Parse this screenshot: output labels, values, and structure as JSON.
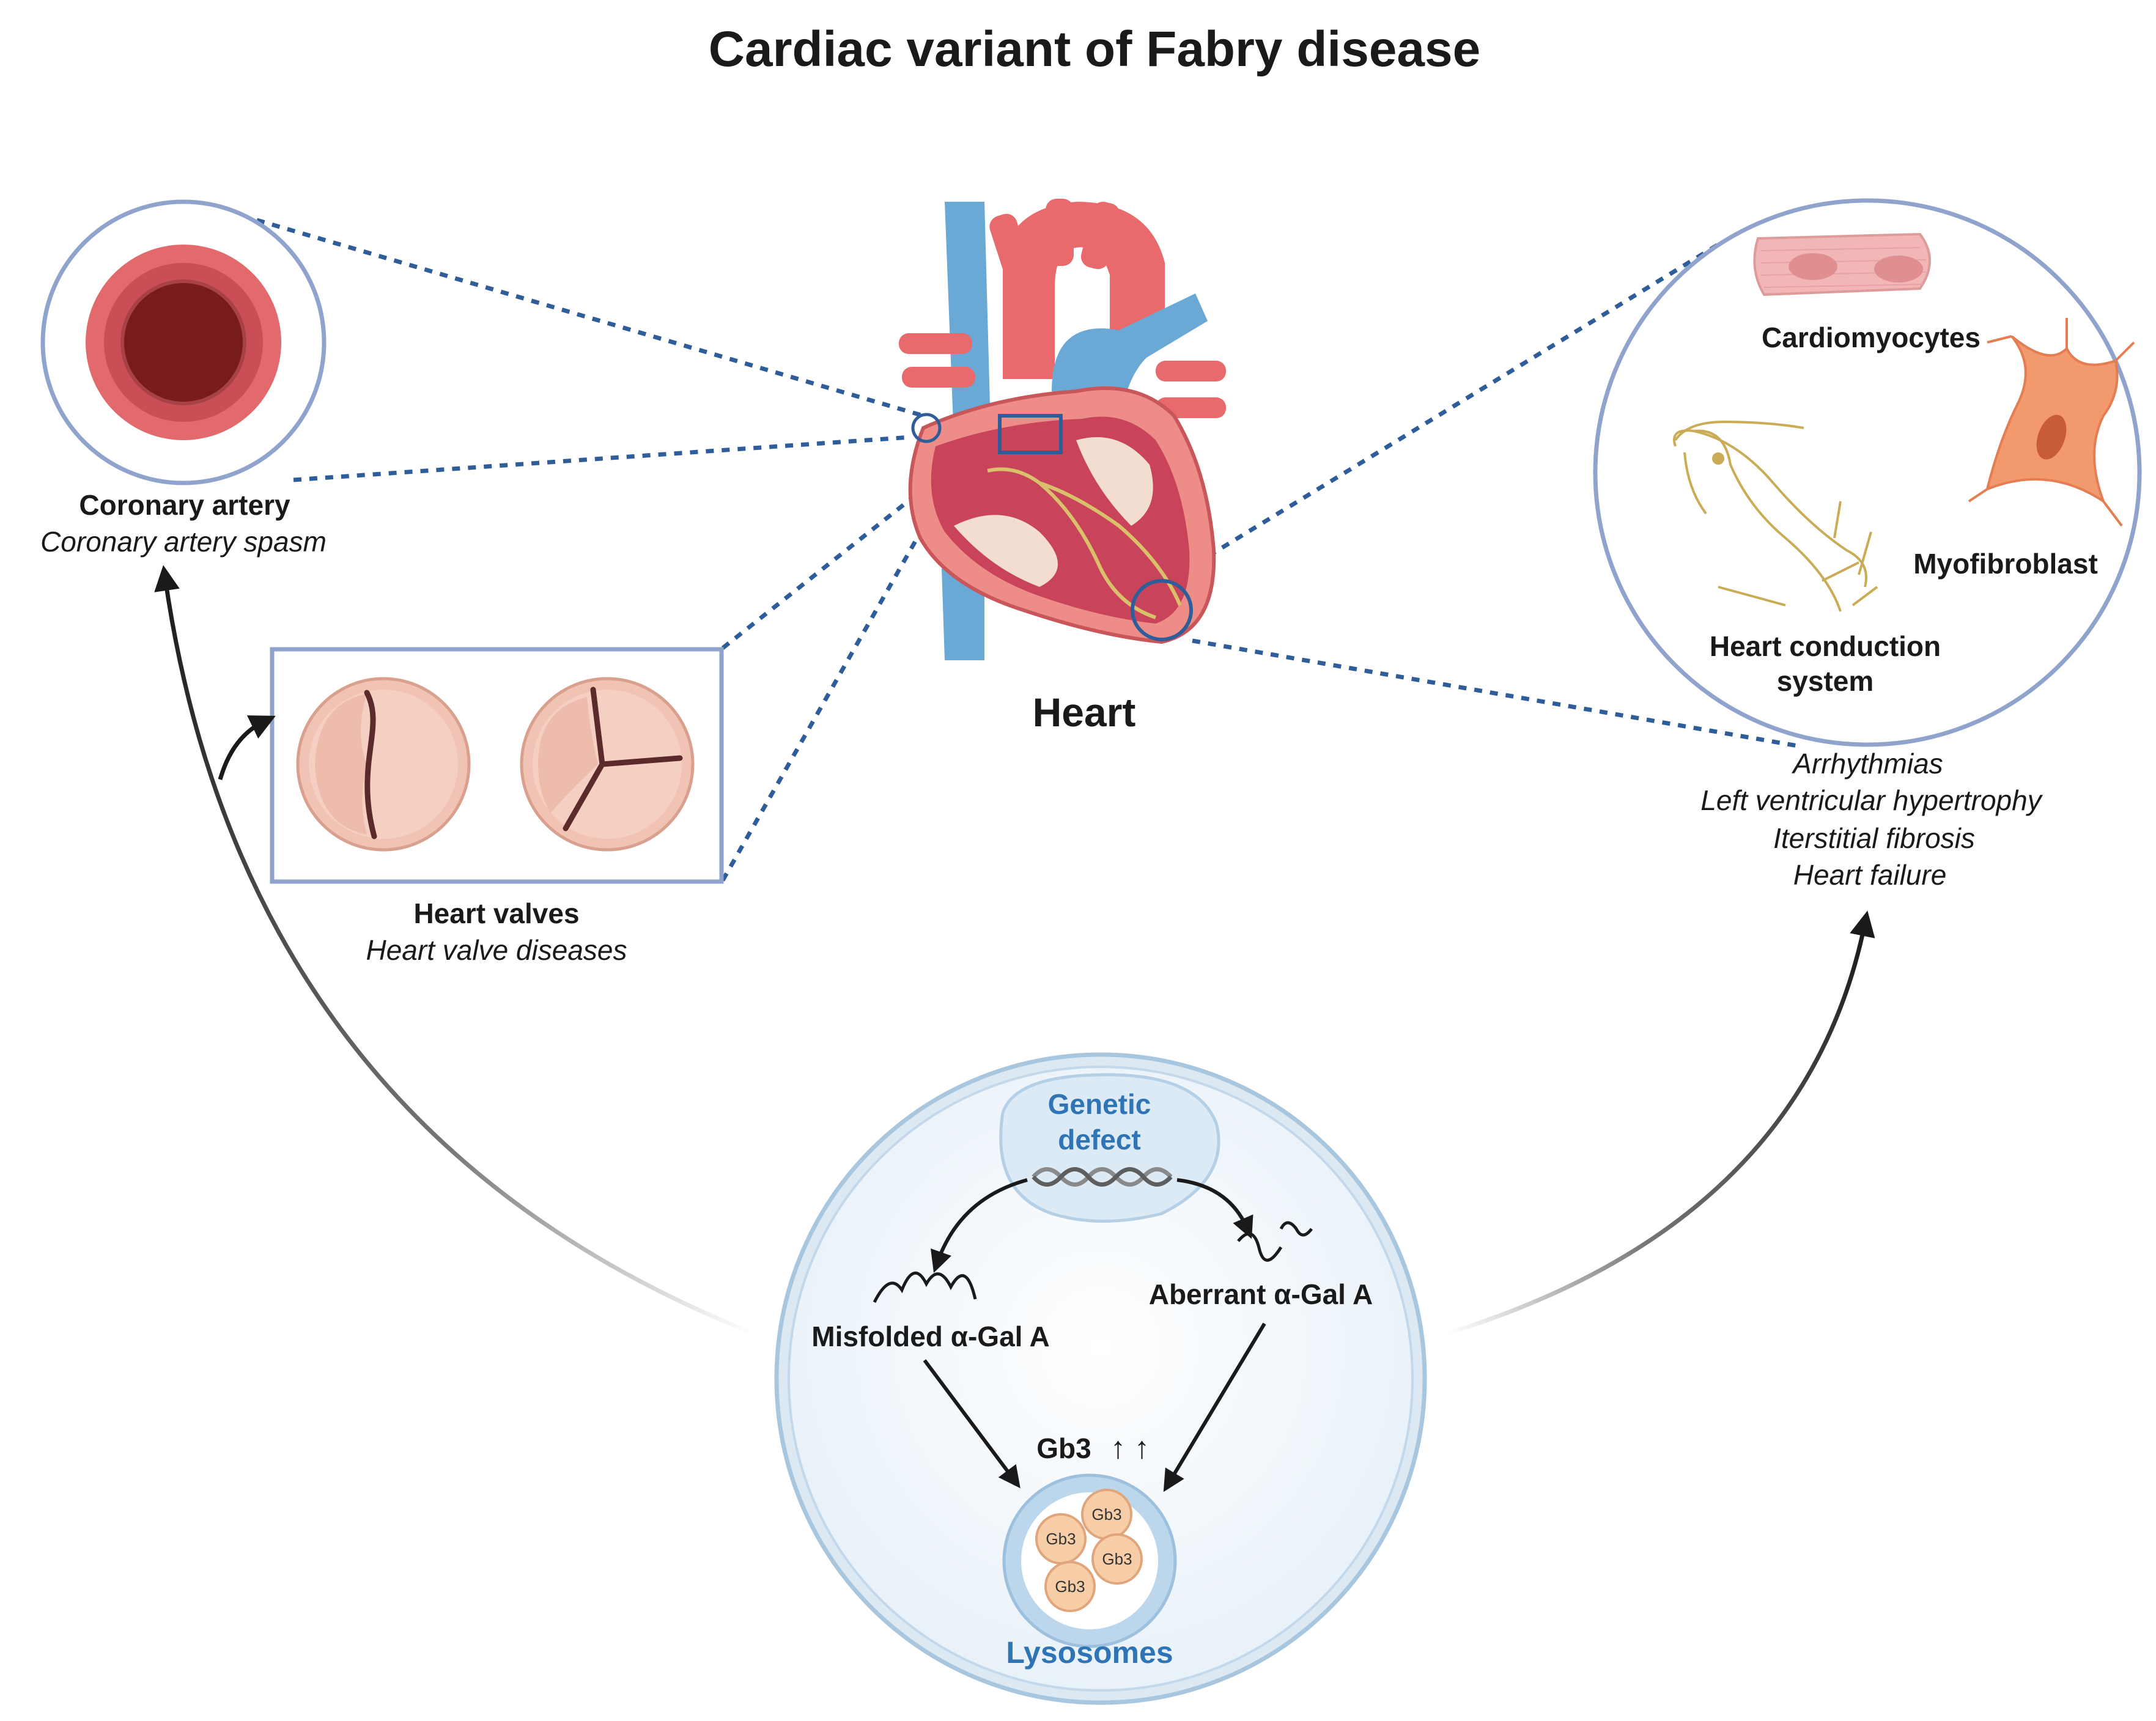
{
  "title": "Cardiac variant of Fabry disease",
  "heart": {
    "label": "Heart"
  },
  "coronary": {
    "label": "Coronary artery",
    "disease": "Coronary artery spasm"
  },
  "valves": {
    "label": "Heart valves",
    "disease": "Heart valve diseases"
  },
  "myocardium": {
    "cardiomyocytes": "Cardiomyocytes",
    "myofibroblast": "Myofibroblast",
    "conduction_line1": "Heart conduction",
    "conduction_line2": "system",
    "diseases": [
      "Arrhythmias",
      "Left ventricular hypertrophy",
      "Iterstitial fibrosis",
      "Heart failure"
    ]
  },
  "cell": {
    "genetic_line1": "Genetic",
    "genetic_line2": "defect",
    "misfolded": "Misfolded α-Gal A",
    "aberrant": "Aberrant α-Gal A",
    "gb3_label": "Gb3",
    "gb3_arrows": "↑ ↑",
    "gb3_vesicle": "Gb3",
    "lysosomes": "Lysosomes"
  },
  "colors": {
    "outline_blue": "#8fa3cc",
    "dashed_blue": "#2f5d9a",
    "label_blue": "#2f74b5",
    "vessel_red": "#e86a6c",
    "vessel_blue": "#6aa9d6",
    "lumen": "#7a1b1b",
    "valve_pink": "#f1c3b4",
    "gb3_orange": "#f6cda7"
  }
}
